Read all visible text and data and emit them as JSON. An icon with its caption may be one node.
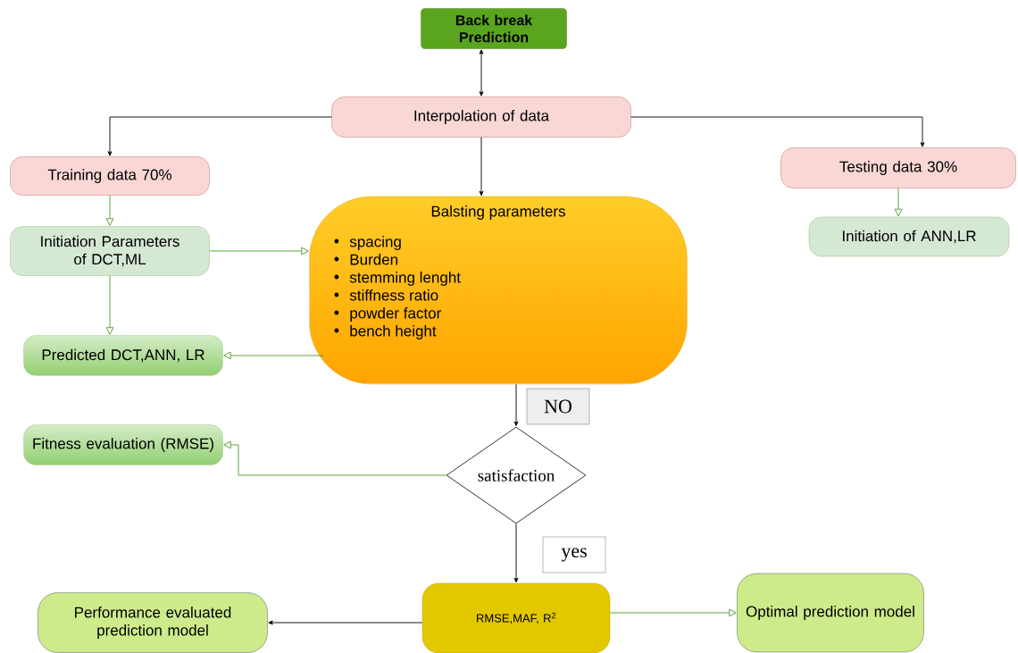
{
  "diagram": {
    "nodes": [
      {
        "text": [
          "Back break Prediction"
        ]
      },
      {
        "text": [
          "Interpolation of data"
        ]
      },
      {
        "text": [
          "Training data 70%"
        ]
      },
      {
        "text": [
          "Testing data 30%"
        ]
      },
      {
        "text": [
          "Initiation Parameters of DCT,ML"
        ]
      },
      {
        "text": [
          "Balsting parameters",
          "spacing",
          "Burden",
          "stemming lenght",
          "stiffness ratio",
          "powder factor",
          "bench height"
        ]
      },
      {
        "text": [
          "Initiation of ANN,LR"
        ]
      },
      {
        "text": [
          "Predicted DCT,ANN, LR"
        ]
      },
      {
        "text": [
          "Fitness evaluation (RMSE)"
        ]
      },
      {
        "text": [
          "satisfaction"
        ]
      },
      {
        "text": [
          "RMSE,MAF, R$^{2}$"
        ]
      },
      {
        "text": [
          "Performance evaluated prediction model"
        ]
      },
      {
        "text": [
          "Optimal prediction model"
        ]
      }
    ],
    "edges": [
      {
        "from": 1,
        "to": 0,
        "arrow": "both"
      },
      {
        "from": 1,
        "to": 2,
        "arrow": "to"
      },
      {
        "from": 1,
        "to": 3,
        "arrow": "to"
      },
      {
        "from": 1,
        "to": 5,
        "arrow": "to"
      },
      {
        "from": 2,
        "to": 4,
        "arrow": "to",
        "color": "#4d9a2a"
      },
      {
        "from": 3,
        "to": 6,
        "arrow": "to",
        "color": "#4d9a2a"
      },
      {
        "from": 4,
        "to": 5,
        "arrow": "to",
        "color": "#4d9a2a"
      },
      {
        "from": 4,
        "to": 7,
        "arrow": "to",
        "color": "#4d9a2a"
      },
      {
        "from": 5,
        "to": 7,
        "arrow": "to",
        "color": "#4d9a2a"
      },
      {
        "from": 5,
        "to": 9,
        "arrow": "to",
        "label": "NO"
      },
      {
        "from": 9,
        "to": 8,
        "arrow": "to",
        "color": "#4d9a2a"
      },
      {
        "from": 9,
        "to": 10,
        "arrow": "to",
        "label": "yes"
      },
      {
        "from": 10,
        "to": 11,
        "arrow": "to"
      },
      {
        "from": 10,
        "to": 12,
        "arrow": "to",
        "color": "#4d9a2a"
      }
    ]
  }
}
